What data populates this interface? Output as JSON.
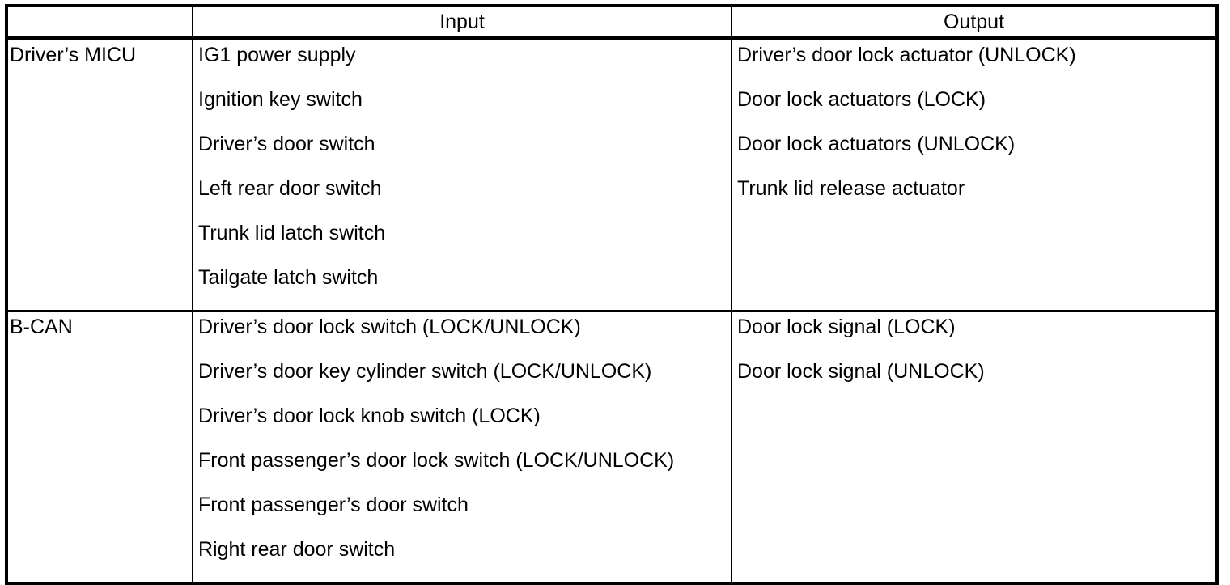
{
  "table": {
    "headers": {
      "module": "",
      "input": "Input",
      "output": "Output"
    },
    "groups": [
      {
        "module": "Driver’s MICU",
        "inputs": [
          "IG1 power supply",
          "Ignition key switch",
          "Driver’s door switch",
          "Left rear door switch",
          "Trunk lid latch switch",
          "Tailgate latch switch"
        ],
        "outputs": [
          "Driver’s door lock actuator (UNLOCK)",
          "Door lock actuators (LOCK)",
          "Door lock actuators (UNLOCK)",
          "Trunk lid release actuator"
        ]
      },
      {
        "module": "B-CAN",
        "inputs": [
          "Driver’s door lock switch (LOCK/UNLOCK)",
          "Driver’s door key cylinder switch (LOCK/UNLOCK)",
          "Driver’s door lock knob switch (LOCK)",
          "Front passenger’s door lock switch (LOCK/UNLOCK)",
          "Front passenger’s door switch",
          "Right rear door switch"
        ],
        "outputs": [
          "Door lock signal (LOCK)",
          "Door lock signal (UNLOCK)"
        ]
      }
    ],
    "colors": {
      "border": "#000000",
      "background": "#ffffff",
      "text": "#000000"
    }
  }
}
